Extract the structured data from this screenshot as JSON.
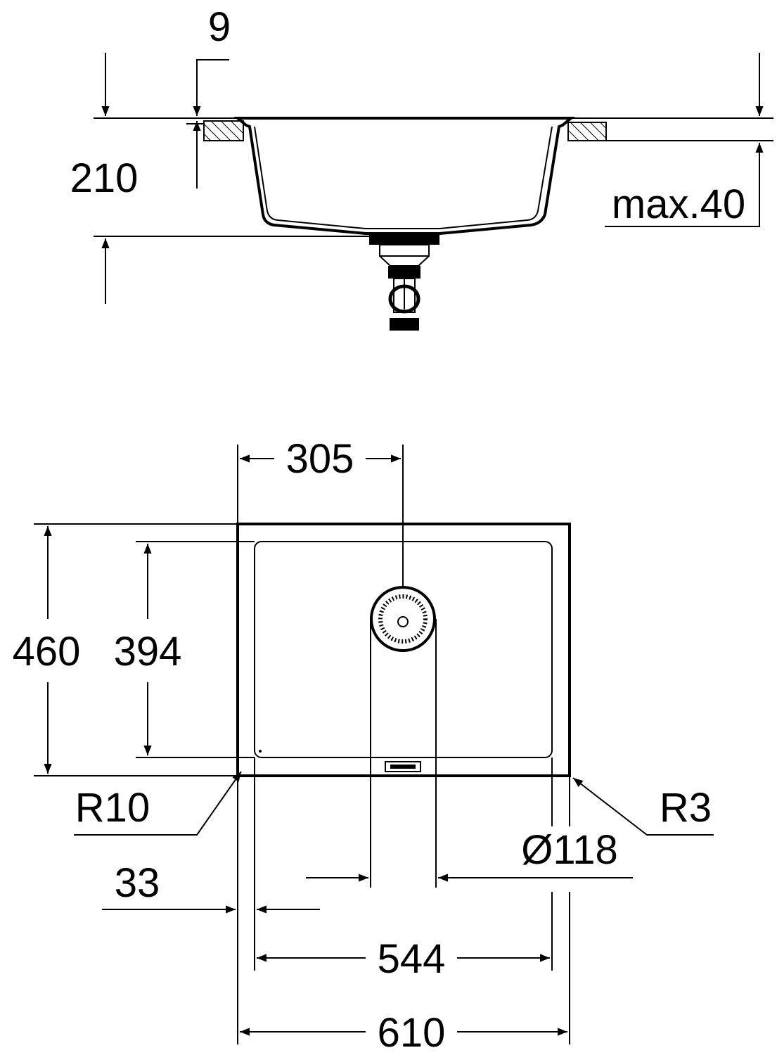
{
  "side_view": {
    "rim_thickness": "9",
    "depth": "210",
    "countertop_max": "max.40"
  },
  "top_view": {
    "drain_offset": "305",
    "outer_depth": "460",
    "inner_depth": "394",
    "inner_corner_radius": "R10",
    "outer_corner_radius": "R3",
    "drain_diameter": "Ø118",
    "rim_width": "33",
    "inner_width": "544",
    "outer_width": "610"
  },
  "colors": {
    "line": "#000000",
    "background": "#ffffff"
  }
}
